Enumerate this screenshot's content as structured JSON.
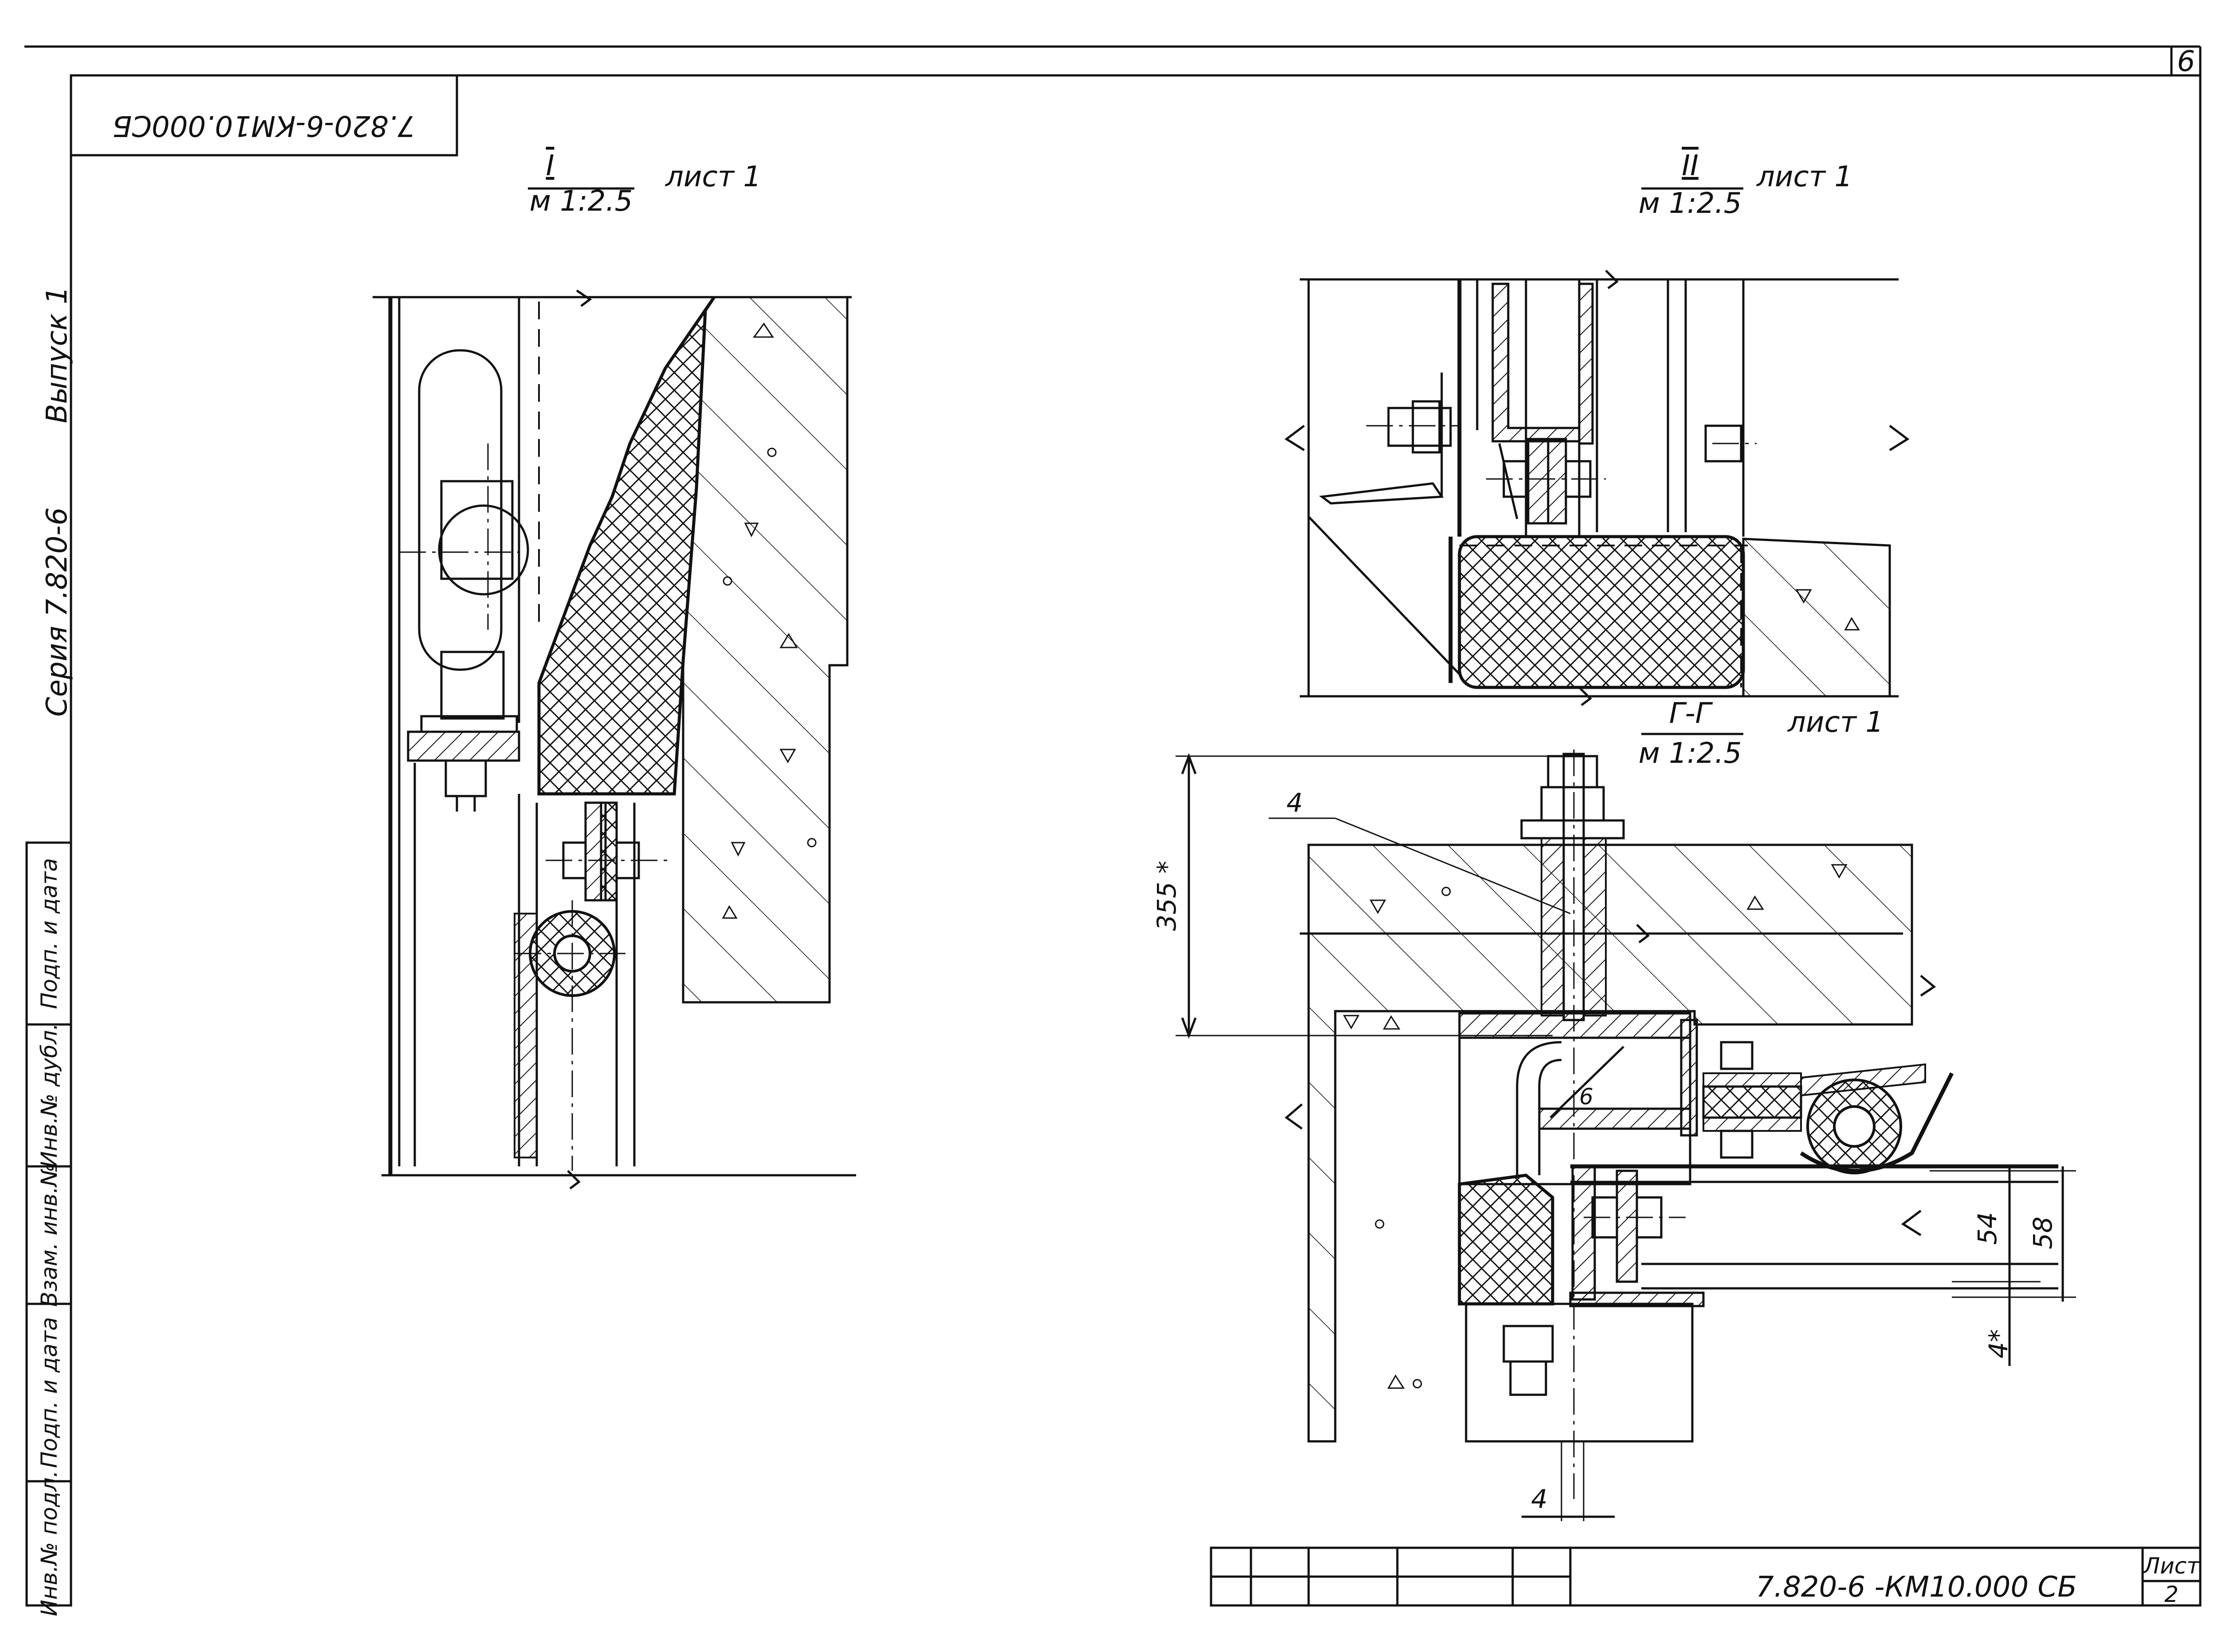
{
  "sheet": {
    "corner_number": "6",
    "mirrored_code": "7.820-6-КМ10.000СБ",
    "side_series": "Серия 7.820-6",
    "side_issue": "Выпуск 1",
    "side_stamps": [
      "Инв.№ подл.",
      "Подп. и дата",
      "Взам. инв.№",
      "Инв.№ дубл.",
      "Подп. и дата"
    ]
  },
  "views": {
    "view1": {
      "numeral": "I",
      "scale": "м 1:2.5",
      "sheet_ref": "лист 1"
    },
    "view2": {
      "numeral": "II",
      "scale": "м 1:2.5",
      "sheet_ref": "лист 1"
    },
    "view3": {
      "numeral": "Г-Г",
      "scale": "м 1:2.5",
      "sheet_ref": "лист 1"
    }
  },
  "callouts": {
    "pos_4": "4",
    "pos_6": "6",
    "dim_355": "355 *",
    "dim_54": "54",
    "dim_58": "58",
    "dim_4star": "4*",
    "dim_4": "4"
  },
  "title_block": {
    "code": "7.820-6 -КМ10.000 СБ",
    "sheet_label": "Лист",
    "sheet_number": "2"
  }
}
